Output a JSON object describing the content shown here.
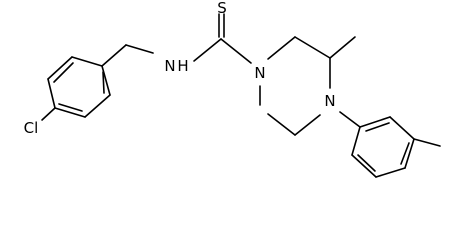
{
  "atom_labels": {
    "thione_sulfur": "S",
    "amide_nitrogen": "N",
    "amide_hydrogen": "H",
    "piperazine_n1": "N",
    "piperazine_n4": "N",
    "chlorine": "Cl"
  },
  "colors": {
    "bond": "#000000",
    "label": "#000000",
    "background": "#ffffff"
  }
}
